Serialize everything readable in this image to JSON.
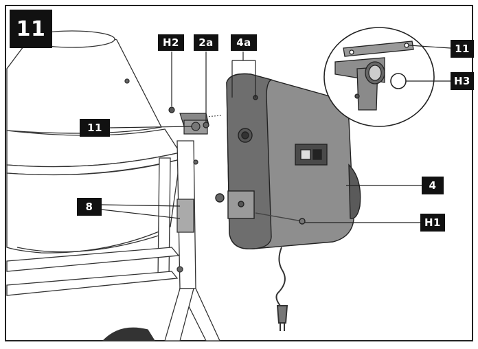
{
  "step_number": "11",
  "callouts": {
    "h2": "H2",
    "c2a": "2a",
    "c4a": "4a",
    "c11_detail": "11",
    "h3": "H3",
    "c11_main": "11",
    "c8": "8",
    "c4": "4",
    "h1": "H1"
  },
  "colors": {
    "label_bg": "#111111",
    "label_text": "#ffffff",
    "motor_body": "#8e8e8e",
    "motor_dark": "#5a5a5a",
    "line": "#222222"
  }
}
